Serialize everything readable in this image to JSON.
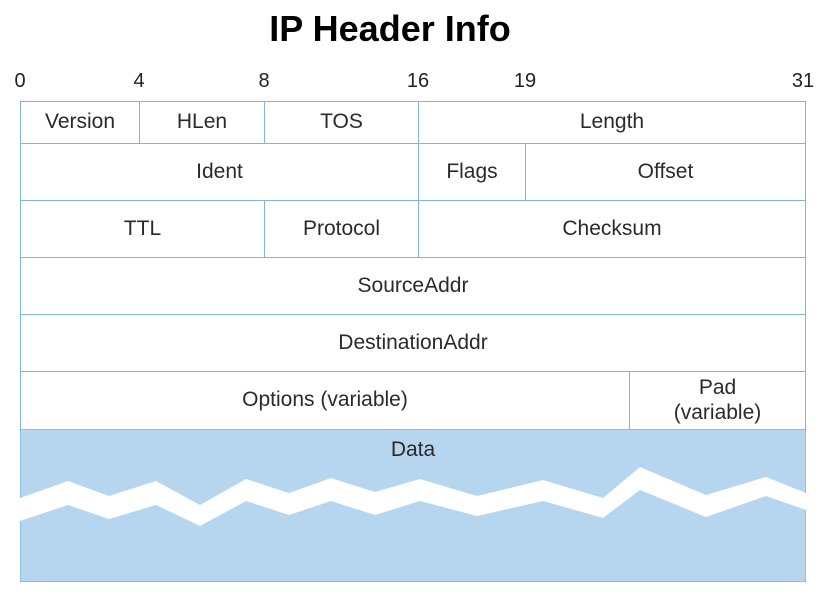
{
  "title": "IP Header Info",
  "bit_ticks": [
    "0",
    "4",
    "8",
    "16",
    "19",
    "31"
  ],
  "rows": [
    [
      "Version",
      "HLen",
      "TOS",
      "Length"
    ],
    [
      "Ident",
      "Flags",
      "Offset"
    ],
    [
      "TTL",
      "Protocol",
      "Checksum"
    ],
    [
      "SourceAddr"
    ],
    [
      "DestinationAddr"
    ],
    [
      "Options (variable)",
      "Pad\n(variable)"
    ]
  ],
  "data_label": "Data",
  "colors": {
    "border": "#7fb6d9",
    "data_fill": "#b5d6ee"
  }
}
